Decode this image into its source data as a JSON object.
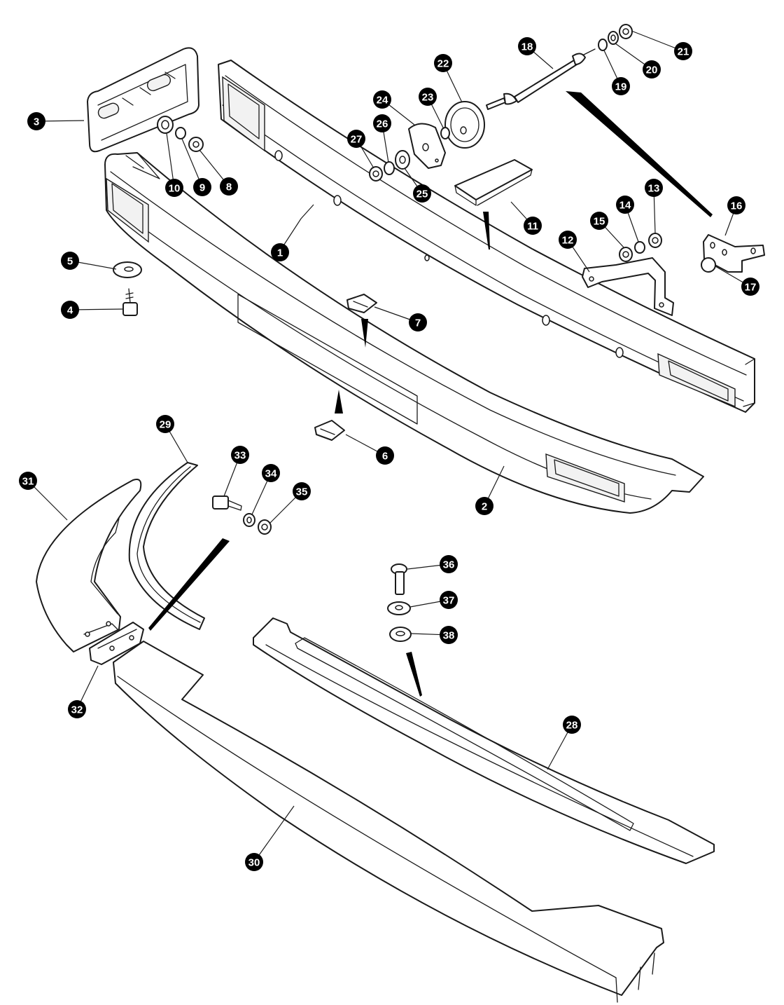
{
  "diagram": {
    "type": "exploded-parts-view",
    "callouts": [
      {
        "id": "c1",
        "label": "1"
      },
      {
        "id": "c2",
        "label": "2"
      },
      {
        "id": "c3",
        "label": "3"
      },
      {
        "id": "c4",
        "label": "4"
      },
      {
        "id": "c5",
        "label": "5"
      },
      {
        "id": "c6",
        "label": "6"
      },
      {
        "id": "c7",
        "label": "7"
      },
      {
        "id": "c8",
        "label": "8"
      },
      {
        "id": "c9",
        "label": "9"
      },
      {
        "id": "c10",
        "label": "10"
      },
      {
        "id": "c11",
        "label": "11"
      },
      {
        "id": "c12",
        "label": "12"
      },
      {
        "id": "c13",
        "label": "13"
      },
      {
        "id": "c14",
        "label": "14"
      },
      {
        "id": "c15",
        "label": "15"
      },
      {
        "id": "c16",
        "label": "16"
      },
      {
        "id": "c17",
        "label": "17"
      },
      {
        "id": "c18",
        "label": "18"
      },
      {
        "id": "c19",
        "label": "19"
      },
      {
        "id": "c20",
        "label": "20"
      },
      {
        "id": "c21",
        "label": "21"
      },
      {
        "id": "c22",
        "label": "22"
      },
      {
        "id": "c23",
        "label": "23"
      },
      {
        "id": "c24",
        "label": "24"
      },
      {
        "id": "c25",
        "label": "25"
      },
      {
        "id": "c26",
        "label": "26"
      },
      {
        "id": "c27",
        "label": "27"
      },
      {
        "id": "c28",
        "label": "28"
      },
      {
        "id": "c29",
        "label": "29"
      },
      {
        "id": "c30",
        "label": "30"
      },
      {
        "id": "c31",
        "label": "31"
      },
      {
        "id": "c32",
        "label": "32"
      },
      {
        "id": "c33",
        "label": "33"
      },
      {
        "id": "c34",
        "label": "34"
      },
      {
        "id": "c35",
        "label": "35"
      },
      {
        "id": "c36",
        "label": "36"
      },
      {
        "id": "c37",
        "label": "37"
      },
      {
        "id": "c38",
        "label": "38"
      }
    ]
  }
}
